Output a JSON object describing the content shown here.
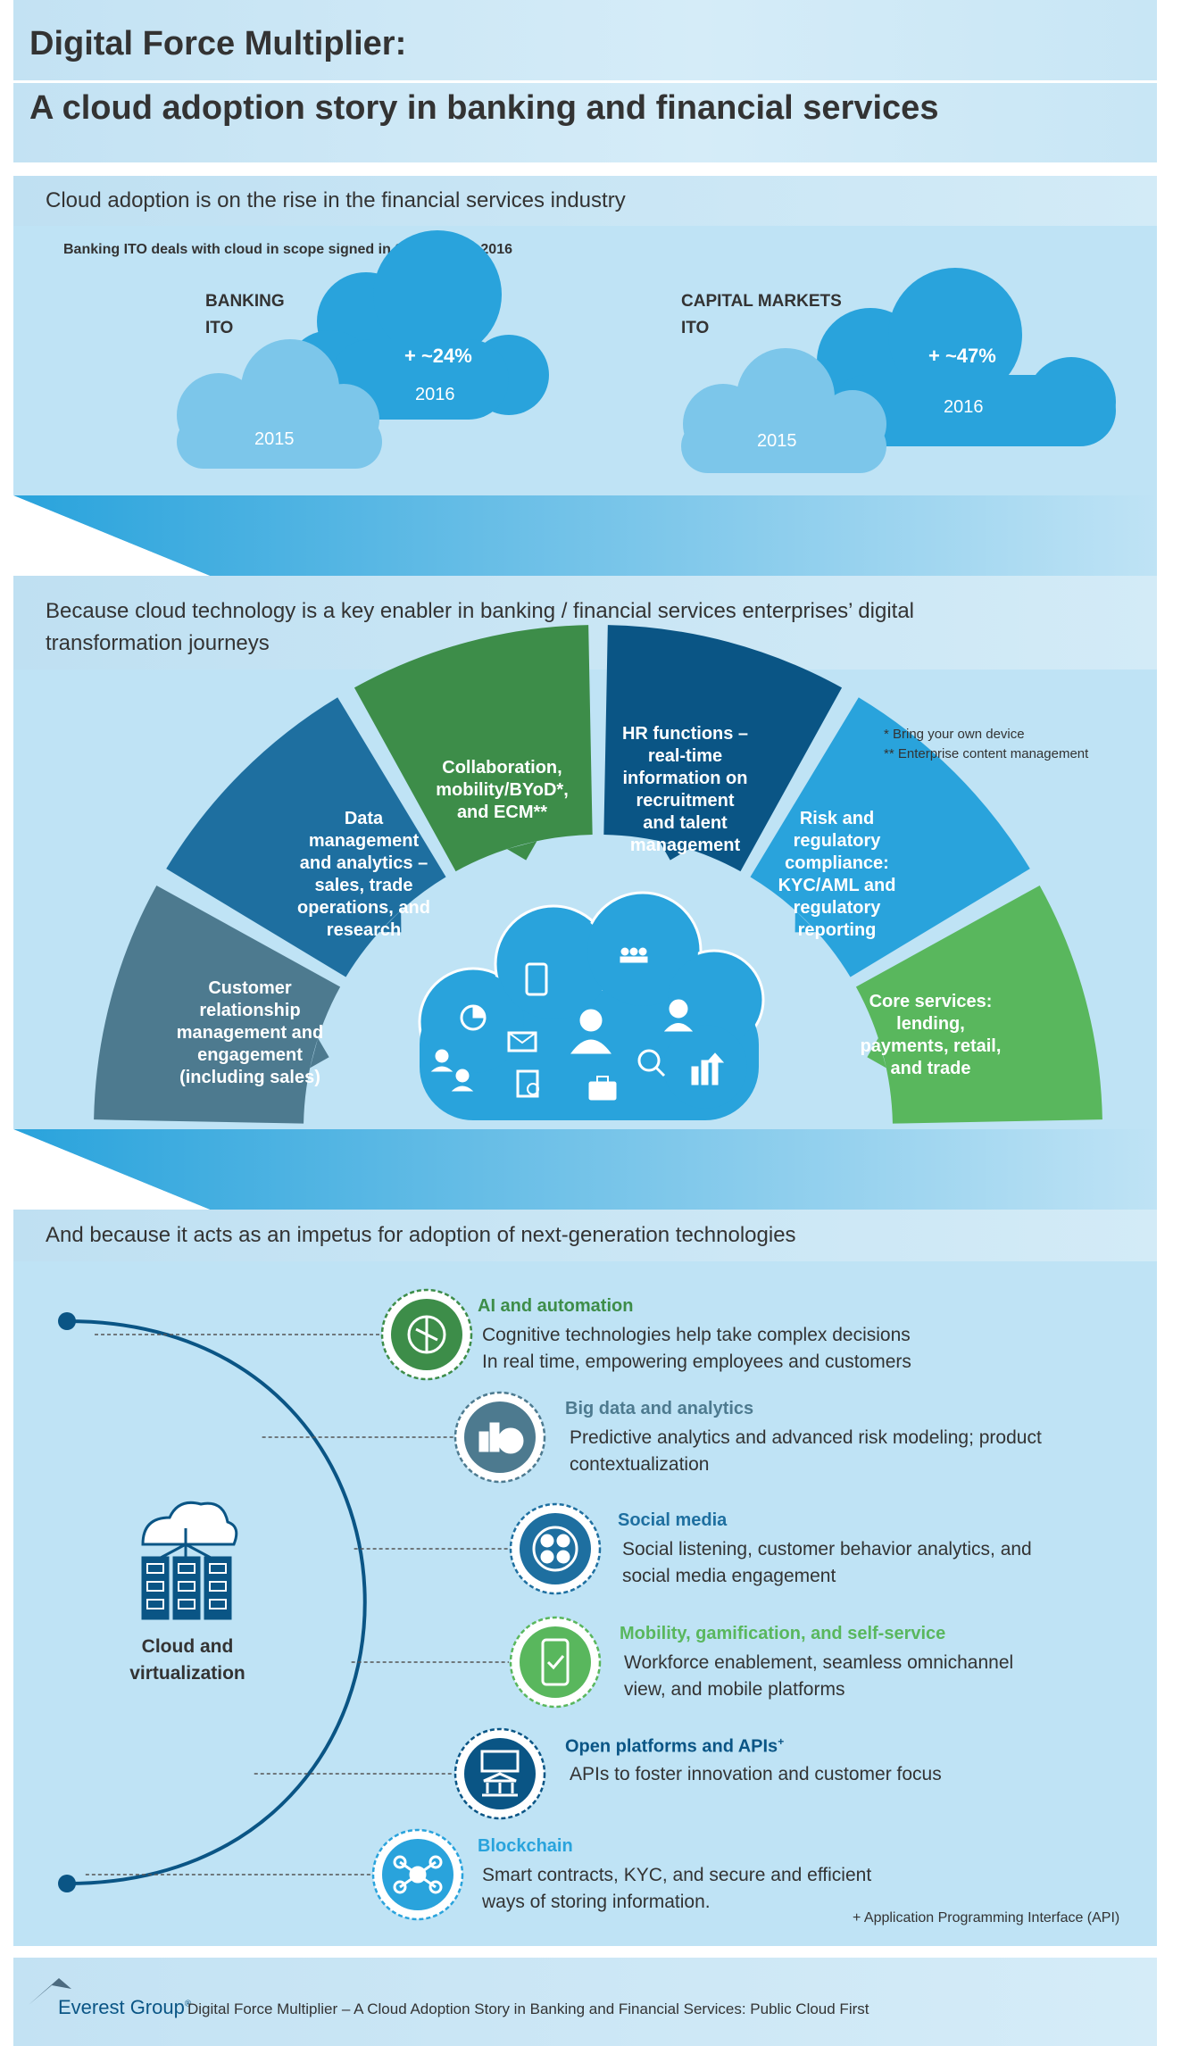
{
  "header": {
    "title_line1": "Digital Force Multiplier:",
    "title_line2": "A cloud adoption story in banking and financial services"
  },
  "section1": {
    "heading": "Cloud adoption is on the rise in the financial services industry",
    "subtitle": "Banking ITO deals with cloud in scope signed in 2015 versus 2016",
    "banking": {
      "label_line1": "BANKING",
      "label_line2": "ITO",
      "year_a": "2015",
      "year_b": "2016",
      "growth": "+ ~24%"
    },
    "capital": {
      "label_line1": "CAPITAL MARKETS",
      "label_line2": "ITO",
      "year_a": "2015",
      "year_b": "2016",
      "growth": "+ ~47%"
    }
  },
  "section2": {
    "heading_line1": "Because cloud technology is a key enabler in banking / financial services enterprises’ digital",
    "heading_line2": "transformation journeys",
    "wedges": [
      {
        "lines": [
          "Customer",
          "relationship",
          "management and",
          "engagement",
          "(including sales)"
        ],
        "color": "#4d7a8f"
      },
      {
        "lines": [
          "Data",
          "management",
          "and analytics –",
          "sales, trade",
          "operations, and",
          "research"
        ],
        "color": "#1e6fa0"
      },
      {
        "lines": [
          "Collaboration,",
          "mobility/BYoD*,",
          "and ECM**"
        ],
        "color": "#3d8d49"
      },
      {
        "lines": [
          "HR functions –",
          "real-time",
          "information on",
          "recruitment",
          "and talent",
          "management"
        ],
        "color": "#0a5585"
      },
      {
        "lines": [
          "Risk and",
          "regulatory",
          "compliance:",
          "KYC/AML and",
          "regulatory",
          "reporting"
        ],
        "color": "#29a3dc"
      },
      {
        "lines": [
          "Core services:",
          "lending,",
          "payments, retail,",
          "and trade"
        ],
        "color": "#59b75d"
      }
    ],
    "note1": "*   Bring your own device",
    "note2": "**  Enterprise content management"
  },
  "section3": {
    "heading": "And because it acts as an impetus for adoption of next-generation technologies",
    "center_label_line1": "Cloud and",
    "center_label_line2": "virtualization",
    "items": [
      {
        "title": "AI and automation",
        "desc_line1": "Cognitive technologies help take complex decisions",
        "desc_line2": "In real time, empowering employees and customers",
        "color": "#3d8d49",
        "icon": "brain-circuit-icon"
      },
      {
        "title": "Big data and analytics",
        "desc_line1": "Predictive analytics and advanced risk modeling; product",
        "desc_line2": "contextualization",
        "color": "#4d7a8f",
        "icon": "bar-pie-chart-icon"
      },
      {
        "title": "Social media",
        "desc_line1": "Social listening, customer behavior analytics, and",
        "desc_line2": "social media engagement",
        "color": "#1e6fa0",
        "icon": "social-globe-icon"
      },
      {
        "title": "Mobility, gamification, and self-service",
        "desc_line1": "Workforce enablement, seamless omnichannel",
        "desc_line2": "view, and mobile platforms",
        "color": "#59b75d",
        "icon": "smartphone-check-icon"
      },
      {
        "title": "Open platforms and APIs",
        "title_sup": "+",
        "desc_line1": "APIs to foster innovation and customer focus",
        "desc_line2": "",
        "color": "#0a5585",
        "icon": "bank-presentation-icon"
      },
      {
        "title": "Blockchain",
        "desc_line1": "Smart contracts, KYC, and secure and efficient",
        "desc_line2": "ways of storing information.",
        "color": "#29a3dc",
        "icon": "blockchain-network-icon"
      }
    ],
    "footnote": "+  Application Programming Interface (API)"
  },
  "footer": {
    "logo_text": "Everest Group",
    "logo_reg": "®",
    "caption": "Digital Force Multiplier – A Cloud Adoption Story in Banking and Financial Services: Public Cloud First"
  }
}
